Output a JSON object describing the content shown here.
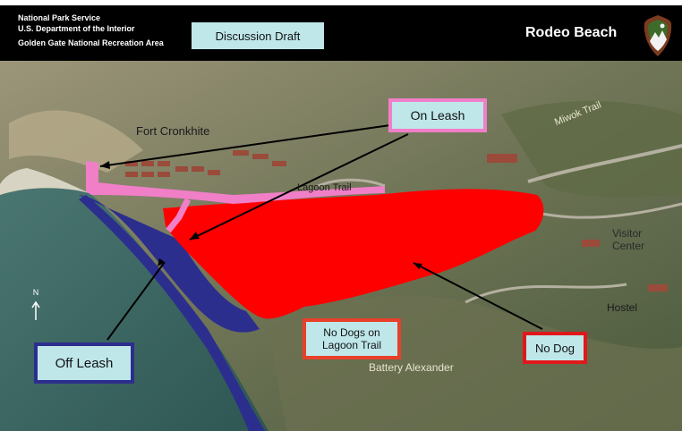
{
  "header": {
    "agency_lines": [
      "National Park Service",
      "U.S. Department of the Interior",
      "Golden Gate National Recreation Area"
    ],
    "draft_label": "Discussion Draft",
    "site_title": "Rodeo Beach",
    "logo_icon": "nps-arrowhead-icon"
  },
  "map_labels": {
    "fort_cronkhite": "Fort Cronkhite",
    "mivok_trail": "Miwok Trail",
    "lagoon_trail": "Lagoon Trail",
    "visitor_center_line1": "Visitor",
    "visitor_center_line2": "Center",
    "hostel": "Hostel",
    "battery_alexander": "Battery Alexander"
  },
  "callouts": {
    "on_leash": "On Leash",
    "off_leash": "Off Leash",
    "no_dogs_lagoon_line1": "No Dogs on",
    "no_dogs_lagoon_line2": "Lagoon Trail",
    "no_dog": "No Dog"
  },
  "north_arrow": {
    "letter": "N",
    "icon": "north-arrow-icon"
  },
  "zone_colors": {
    "on_leash": "#f07fc8",
    "off_leash": "#2c2e8e",
    "no_dog": "#ff0000",
    "callout_fill": "#bfe7ea"
  }
}
